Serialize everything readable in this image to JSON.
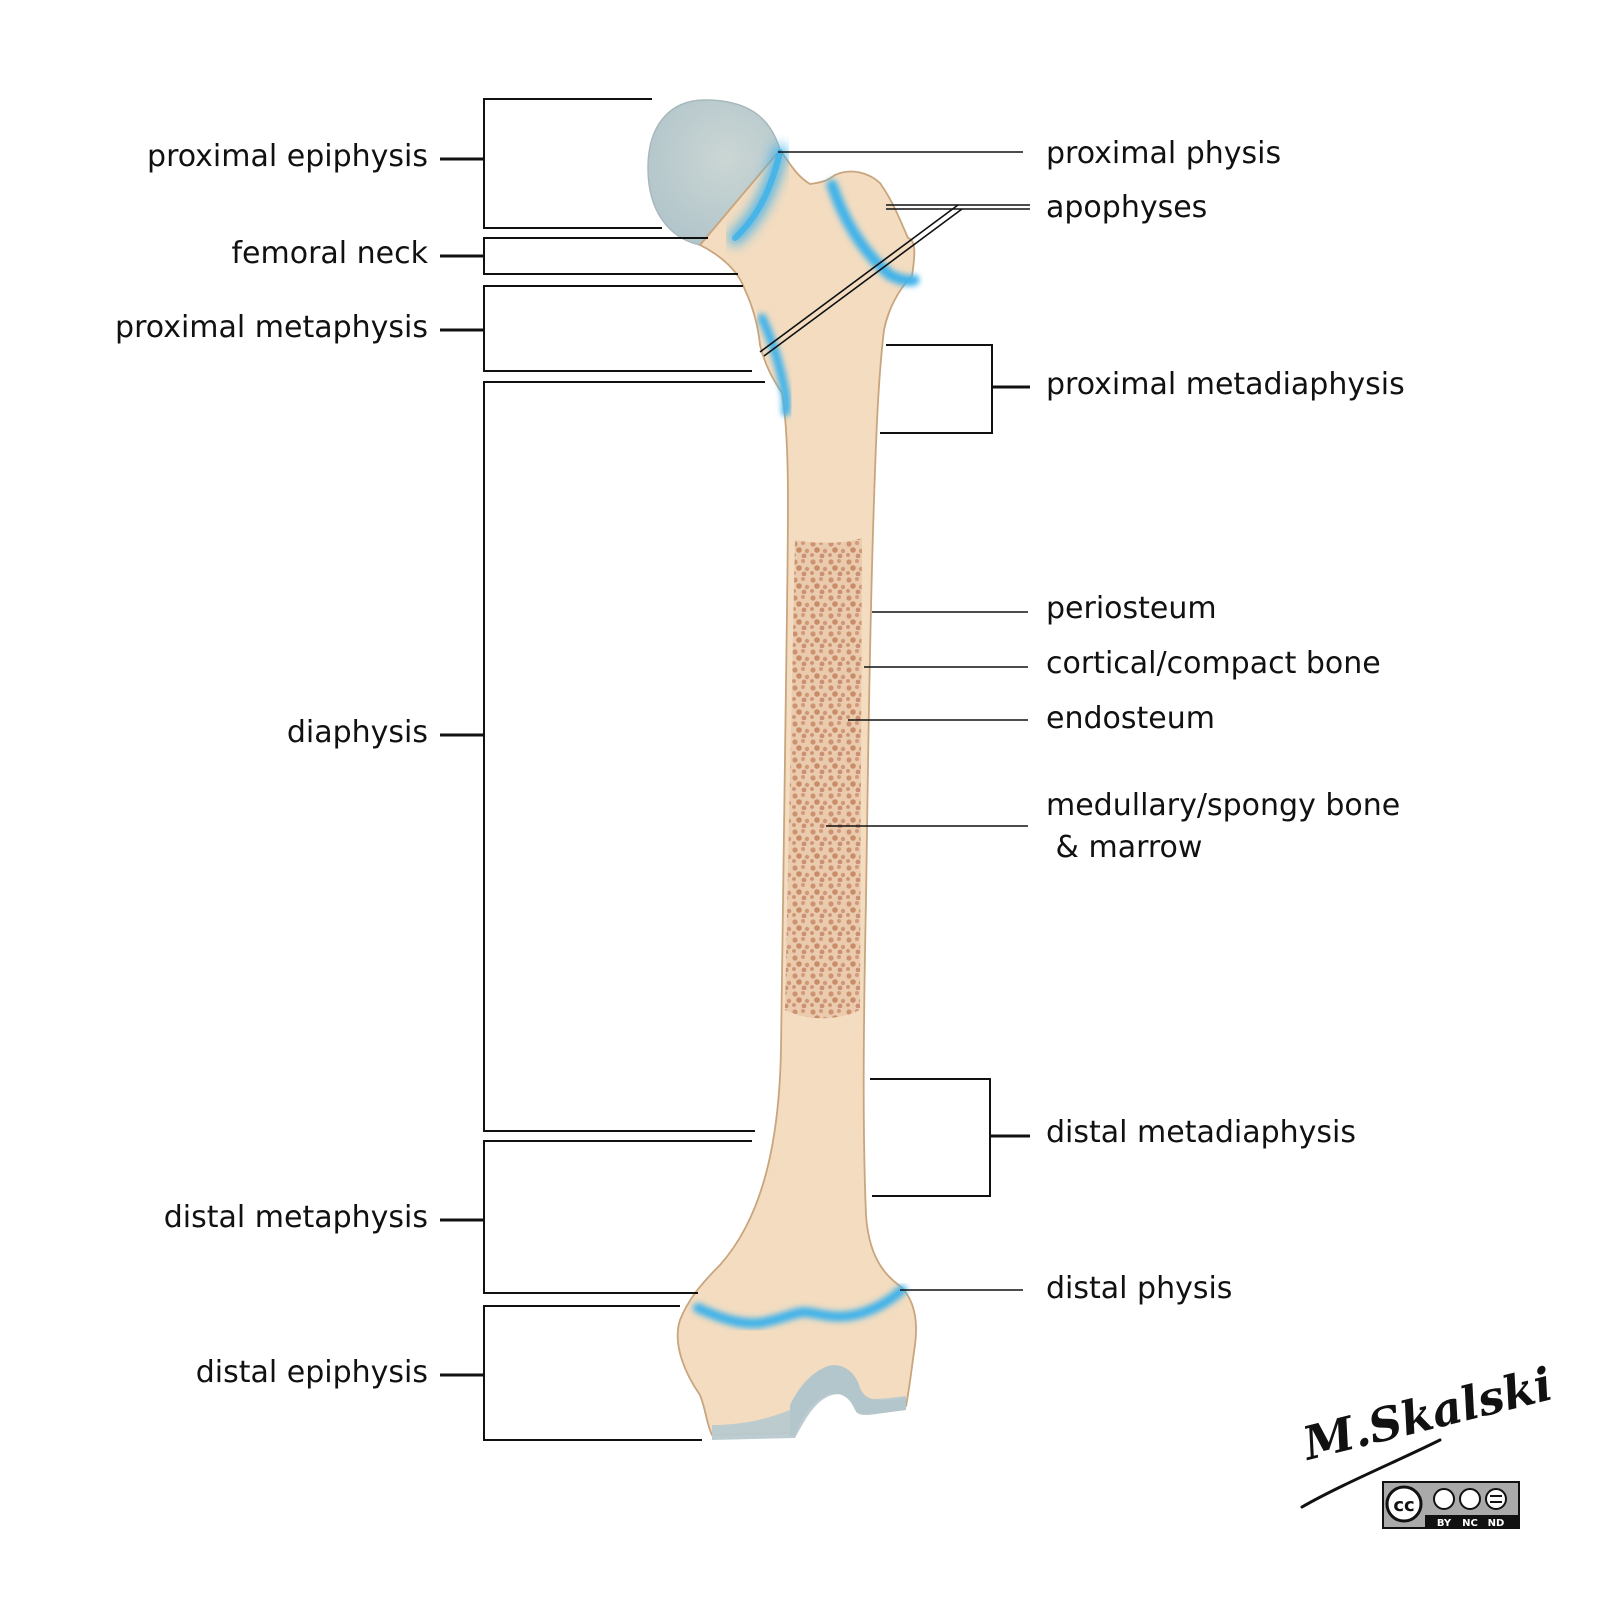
{
  "colors": {
    "bone": "#f3dcc0",
    "bone_outline": "#c9a57e",
    "cartilage": "#b7c9ce",
    "physis": "#3fb2ea",
    "marrow": "#c8896a",
    "line": "#111111"
  },
  "left_labels": {
    "proximal_epiphysis": "proximal epiphysis",
    "femoral_neck": "femoral neck",
    "proximal_metaphysis": "proximal metaphysis",
    "diaphysis": "diaphysis",
    "distal_metaphysis": "distal metaphysis",
    "distal_epiphysis": "distal epiphysis"
  },
  "right_labels": {
    "proximal_physis": "proximal physis",
    "apophyses": "apophyses",
    "proximal_metadiaphysis": "proximal metadiaphysis",
    "periosteum": "periosteum",
    "cortical_bone": "cortical/compact bone",
    "endosteum": "endosteum",
    "medullary_bone": "medullary/spongy bone\n & marrow",
    "distal_metadiaphysis": "distal metadiaphysis",
    "distal_physis": "distal physis"
  },
  "signature": "M.Skalski",
  "license": {
    "cc": "cc",
    "terms": [
      "BY",
      "NC",
      "ND"
    ]
  }
}
